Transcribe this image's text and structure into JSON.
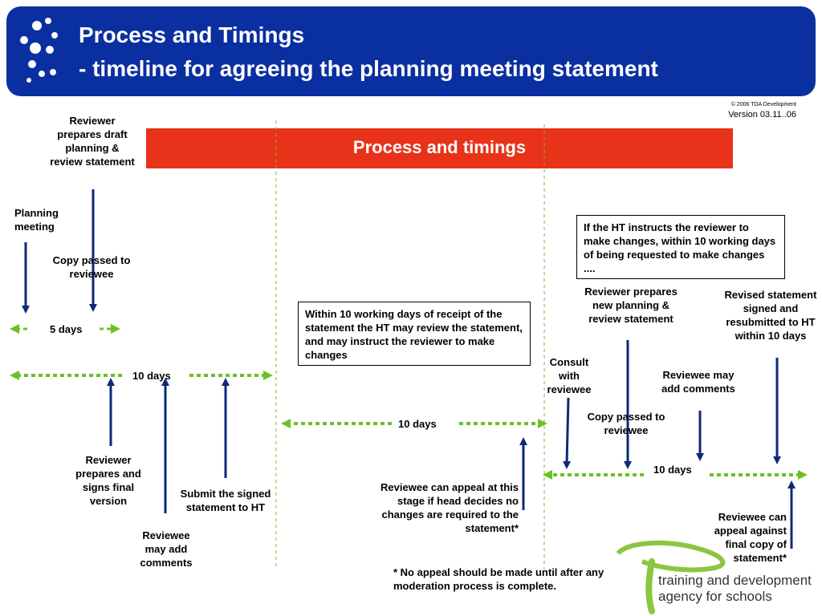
{
  "header": {
    "title_line1": "Process and Timings",
    "title_line2": "- timeline for agreeing the planning meeting statement"
  },
  "copyright": "© 2006  TDA Development",
  "version": "Version 03.11..06",
  "banner": "Process and timings",
  "labels": {
    "reviewer_prepares_draft": "Reviewer prepares draft planning & review statement",
    "planning_meeting": "Planning meeting",
    "copy_passed_1": "Copy passed to reviewee",
    "five_days": "5 days",
    "ten_days_1": "10 days",
    "reviewer_prepares_signs": "Reviewer prepares and signs final version",
    "submit_signed": "Submit the signed statement to HT",
    "reviewee_may_add_1": "Reviewee may add comments",
    "ten_days_2": "10 days",
    "reviewee_can_appeal_stage": "Reviewee can appeal at this stage if head decides no changes are required to the statement*",
    "footnote": "* No appeal should be made until after any moderation process is complete.",
    "consult_with_reviewee": "Consult with reviewee",
    "reviewer_prepares_new": "Reviewer prepares new planning & review statement",
    "copy_passed_2": "Copy passed to reviewee",
    "reviewee_may_add_2": "Reviewee may add comments",
    "revised_statement": "Revised statement signed and resubmitted to HT within 10 days",
    "ten_days_3": "10 days",
    "reviewee_can_appeal_final": "Reviewee can appeal against final copy of statement*"
  },
  "boxes": {
    "ht_review": "Within 10 working days of receipt of the statement the HT may  review  the statement, and may instruct the reviewer to make changes",
    "ht_instructs": "If the HT instructs the reviewer to make changes, within 10 working days of being requested to make changes ...."
  },
  "logo": {
    "line1": "training and development",
    "line2": "agency for schools"
  },
  "colors": {
    "header_blue": "#0a2fa0",
    "banner_red": "#e8321a",
    "arrow_navy": "#0b2a7a",
    "timeline_green": "#6cc024"
  }
}
